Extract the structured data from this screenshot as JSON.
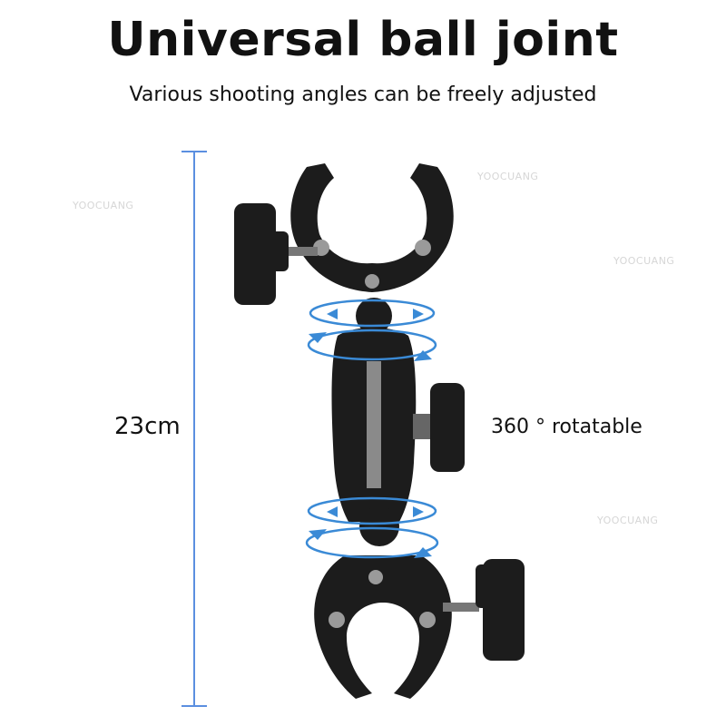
{
  "header": {
    "title": "Universal ball joint",
    "subtitle": "Various shooting angles can be freely adjusted"
  },
  "labels": {
    "height": "23cm",
    "rotation": "360 ° rotatable"
  },
  "watermarks": [
    "YOOCUANG",
    "YOOCUANG",
    "YOOCUANG",
    "YOOCUANG"
  ],
  "colors": {
    "dimension_line": "#5b8fe0",
    "rotation_arrows": "#3a8ad6",
    "product": "#1c1c1c"
  }
}
